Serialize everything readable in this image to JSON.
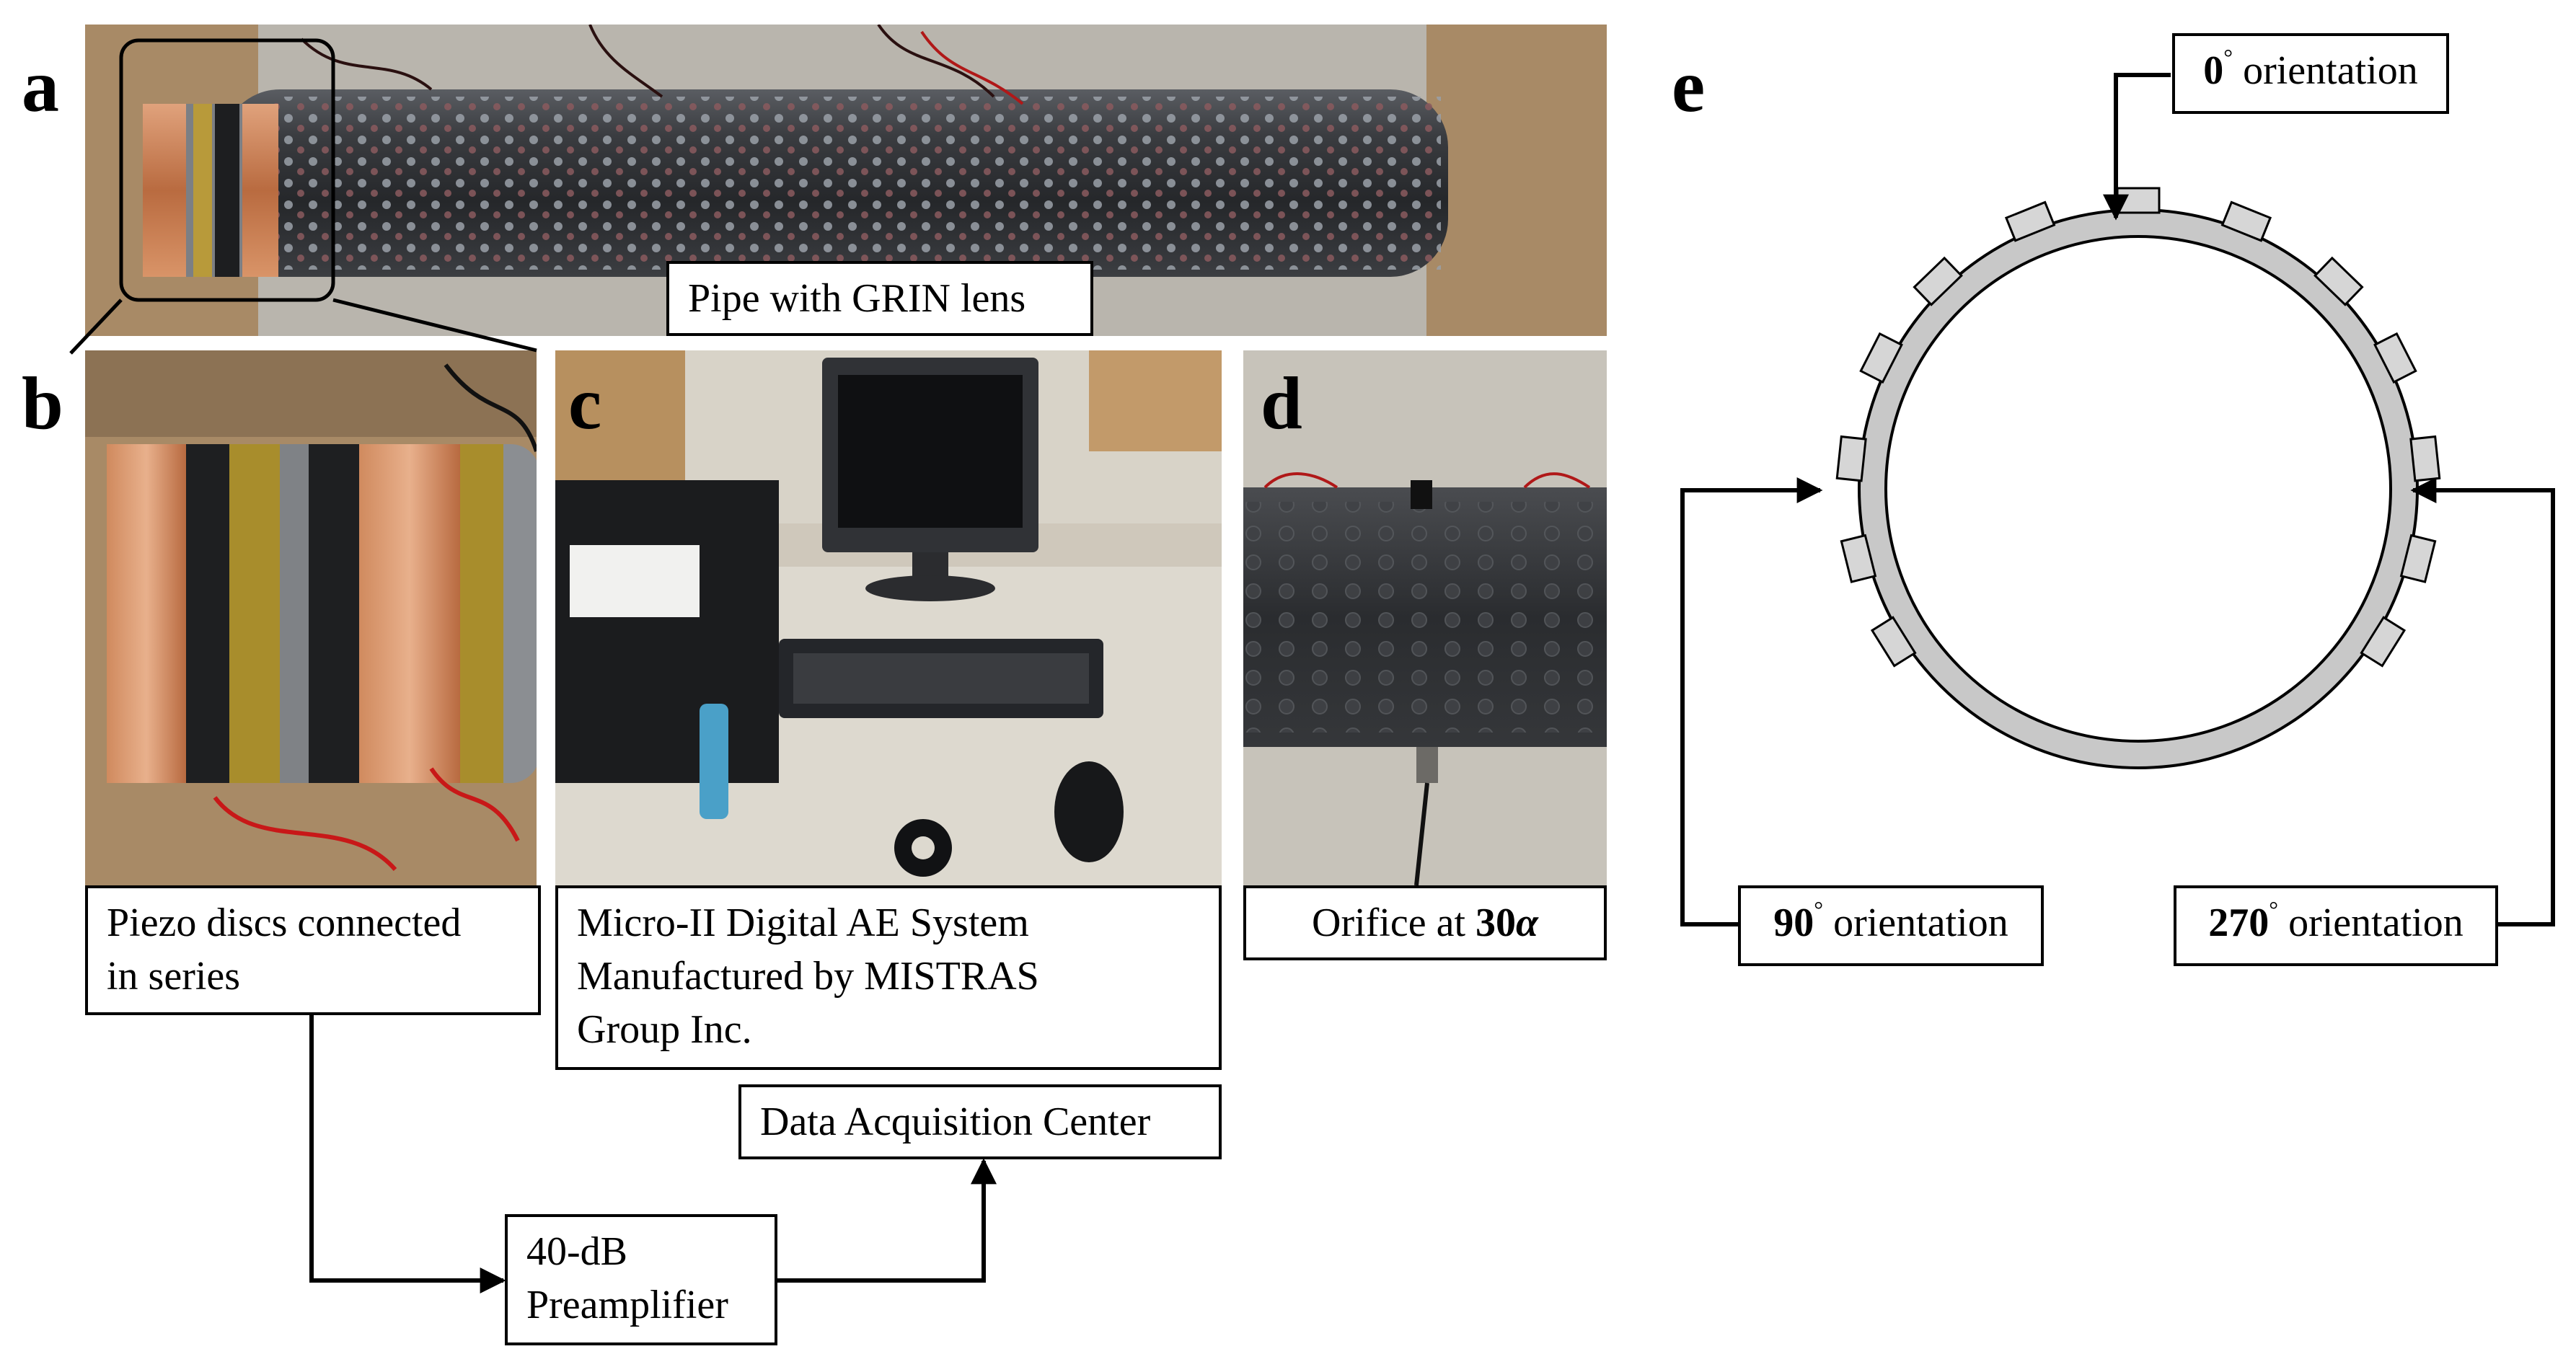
{
  "panels": {
    "a": "a",
    "b": "b",
    "c": "c",
    "d": "d",
    "e": "e"
  },
  "labels": {
    "pipe": "Pipe with GRIN lens",
    "piezo_line1": "Piezo discs connected",
    "piezo_line2": "in series",
    "system_line1": "Micro-II Digital AE System",
    "system_line2": "Manufactured by MISTRAS",
    "system_line3": "Group Inc.",
    "orifice_text": "Orifice at ",
    "orifice_value": "30",
    "orifice_symbol": "α",
    "daq": "Data Acquisition Center",
    "preamp_line1": "40-dB",
    "preamp_line2": "Preamplifier"
  },
  "orientations": {
    "deg_symbol": "°",
    "word": " orientation",
    "top": "0",
    "left": "90",
    "right": "270"
  },
  "colors": {
    "ring_fill": "#c8c8c8",
    "sensor_fill": "#d6d6d6",
    "line": "#000000",
    "copper": "#c77a4e",
    "pipe_dark": "#2e3033",
    "floor": "#bdb8ae"
  }
}
